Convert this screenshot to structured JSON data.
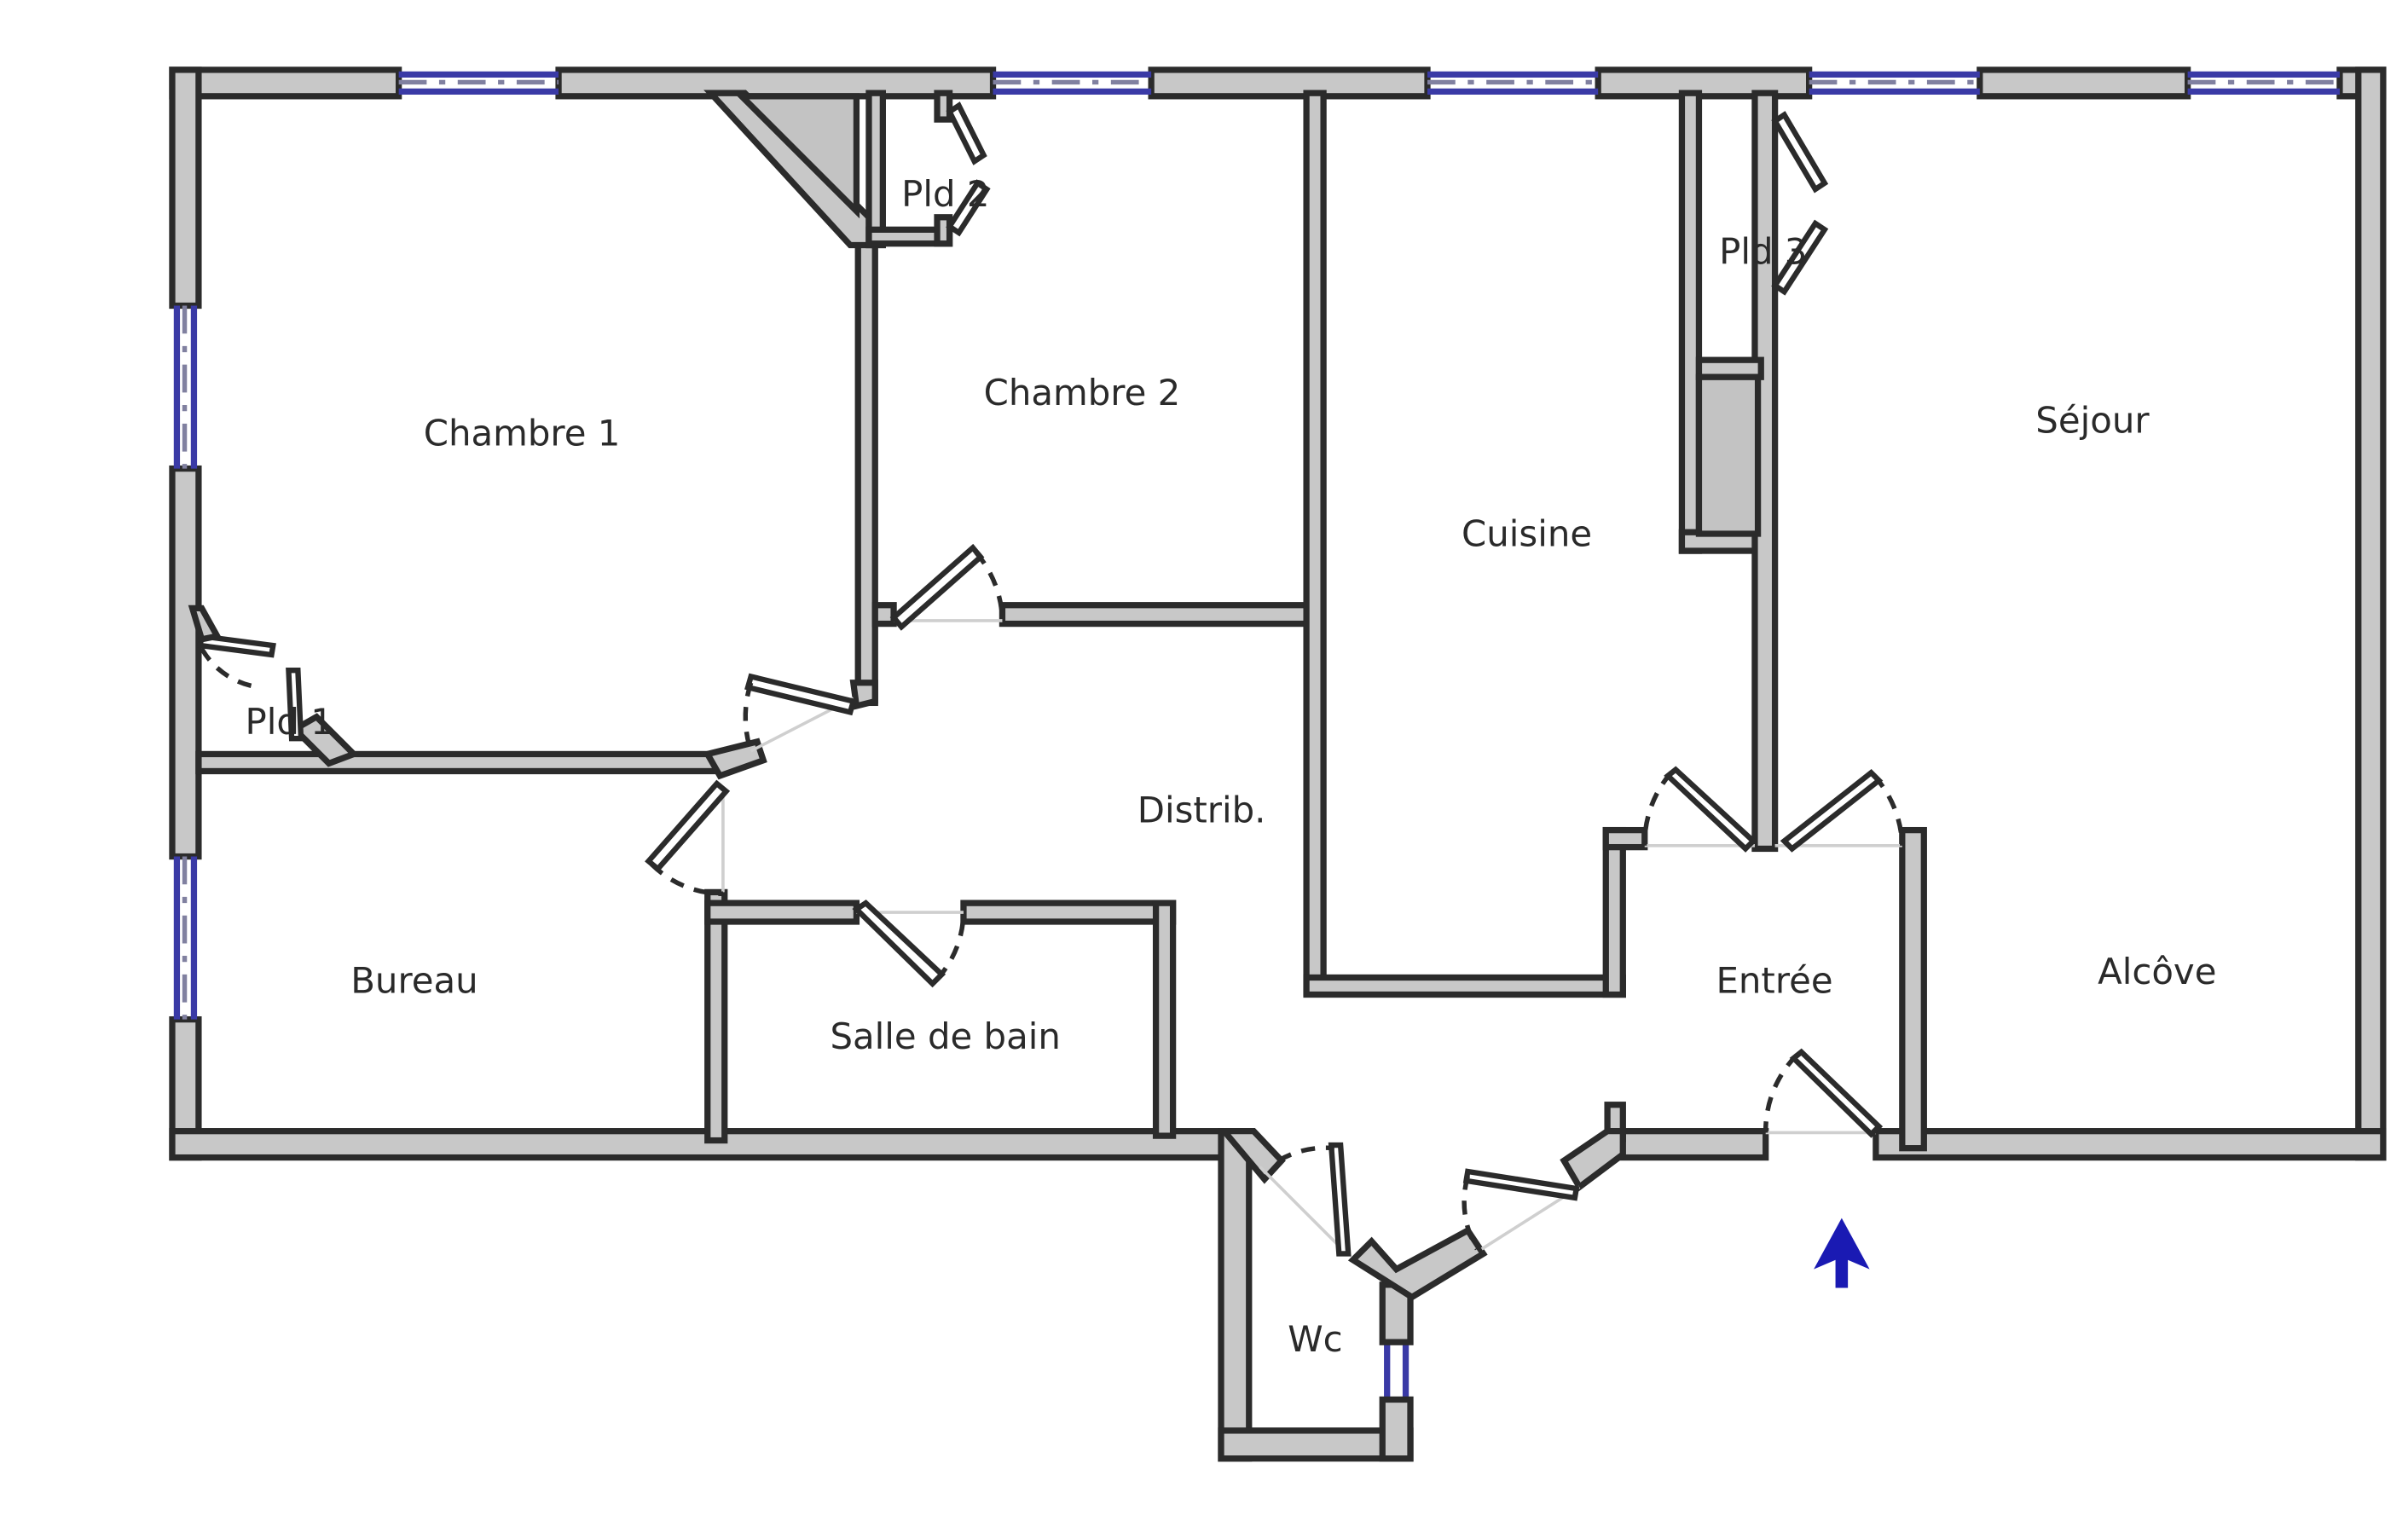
{
  "rooms": {
    "chambre1": "Chambre 1",
    "chambre2": "Chambre 2",
    "cuisine": "Cuisine",
    "sejour": "Séjour",
    "distrib": "Distrib.",
    "bureau": "Bureau",
    "salle_de_bain": "Salle de bain",
    "entree": "Entrée",
    "alcove": "Alcôve",
    "wc": "Wc",
    "pld1": "Pld 1",
    "pld2": "Pld 2",
    "pld3": "Pld 3"
  },
  "icons": {
    "entry_marker": "entry-arrow-icon"
  },
  "colors": {
    "wall_fill": "#c8c8c8",
    "wall_line": "#2b2b2b",
    "window": "#3a3aa6",
    "entry_arrow": "#1a1ab3"
  }
}
